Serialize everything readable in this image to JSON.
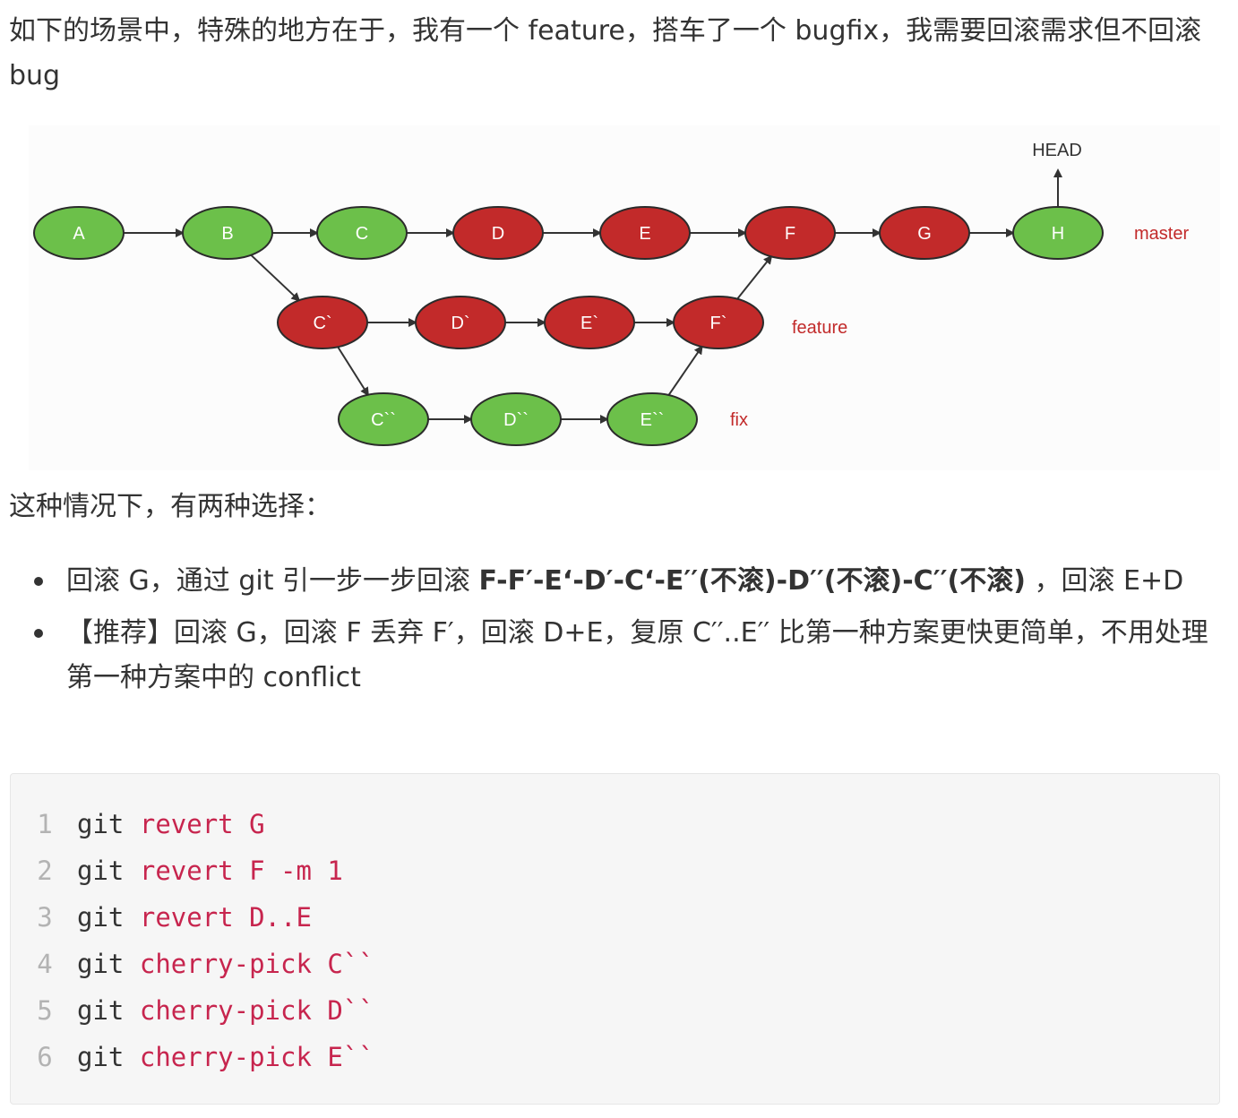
{
  "intro": "如下的场景中，特殊的地方在于，我有一个 feature，搭车了一个 bugfix，我需要回滚需求但不回滚 bug",
  "figure": {
    "nodes": [
      {
        "label": "A",
        "color": "#6cc04a"
      },
      {
        "label": "B",
        "color": "#6cc04a"
      },
      {
        "label": "C",
        "color": "#6cc04a"
      },
      {
        "label": "D",
        "color": "#c22a2a"
      },
      {
        "label": "E",
        "color": "#c22a2a"
      },
      {
        "label": "F",
        "color": "#c22a2a"
      },
      {
        "label": "G",
        "color": "#c22a2a"
      },
      {
        "label": "H",
        "color": "#6cc04a"
      },
      {
        "label": "C`",
        "color": "#c22a2a"
      },
      {
        "label": "D`",
        "color": "#c22a2a"
      },
      {
        "label": "E`",
        "color": "#c22a2a"
      },
      {
        "label": "F`",
        "color": "#c22a2a"
      },
      {
        "label": "C``",
        "color": "#6cc04a"
      },
      {
        "label": "D``",
        "color": "#6cc04a"
      },
      {
        "label": "E``",
        "color": "#6cc04a"
      }
    ],
    "head_label": "HEAD",
    "branch_master": "master",
    "branch_feature": "feature",
    "branch_fix": "fix",
    "branch_color": "#c22a2a"
  },
  "choice_text": "这种情况下，有两种选择：",
  "options": [
    {
      "prefix": "回滚 G，通过 git 引一步一步回滚 ",
      "bold": "F-F′-E‘-D′-C‘-E′′(不滚)-D′′(不滚)-C′′(不滚)",
      "suffix": " ，回滚 E+D"
    },
    {
      "prefix": "【推荐】回滚 G，回滚 F 丢弃 F′，回滚 D+E，复原 C′′..E′′ 比第一种方案更快更简单，不用处理第一种方案中的 conflict",
      "bold": "",
      "suffix": ""
    }
  ],
  "code": [
    {
      "num": "1",
      "cmd": "git",
      "arg": "revert G"
    },
    {
      "num": "2",
      "cmd": "git",
      "arg": "revert F -m 1"
    },
    {
      "num": "3",
      "cmd": "git",
      "arg": "revert D..E"
    },
    {
      "num": "4",
      "cmd": "git",
      "arg": "cherry-pick C``"
    },
    {
      "num": "5",
      "cmd": "git",
      "arg": "cherry-pick D``"
    },
    {
      "num": "6",
      "cmd": "git",
      "arg": "cherry-pick E``"
    }
  ]
}
